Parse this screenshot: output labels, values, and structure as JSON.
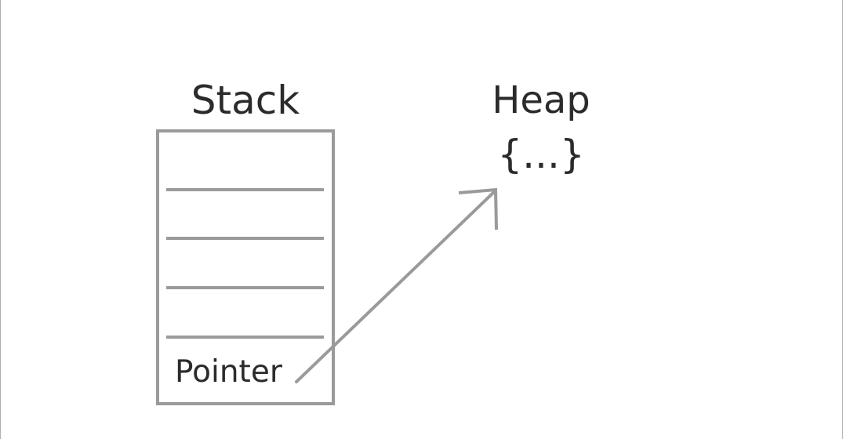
{
  "diagram": {
    "stack": {
      "title": "Stack",
      "pointer_label": "Pointer"
    },
    "heap": {
      "title": "Heap",
      "content": "{...}"
    }
  },
  "colors": {
    "stroke": "#9a9a9a",
    "text": "#2b2b2b",
    "background": "#ffffff"
  }
}
